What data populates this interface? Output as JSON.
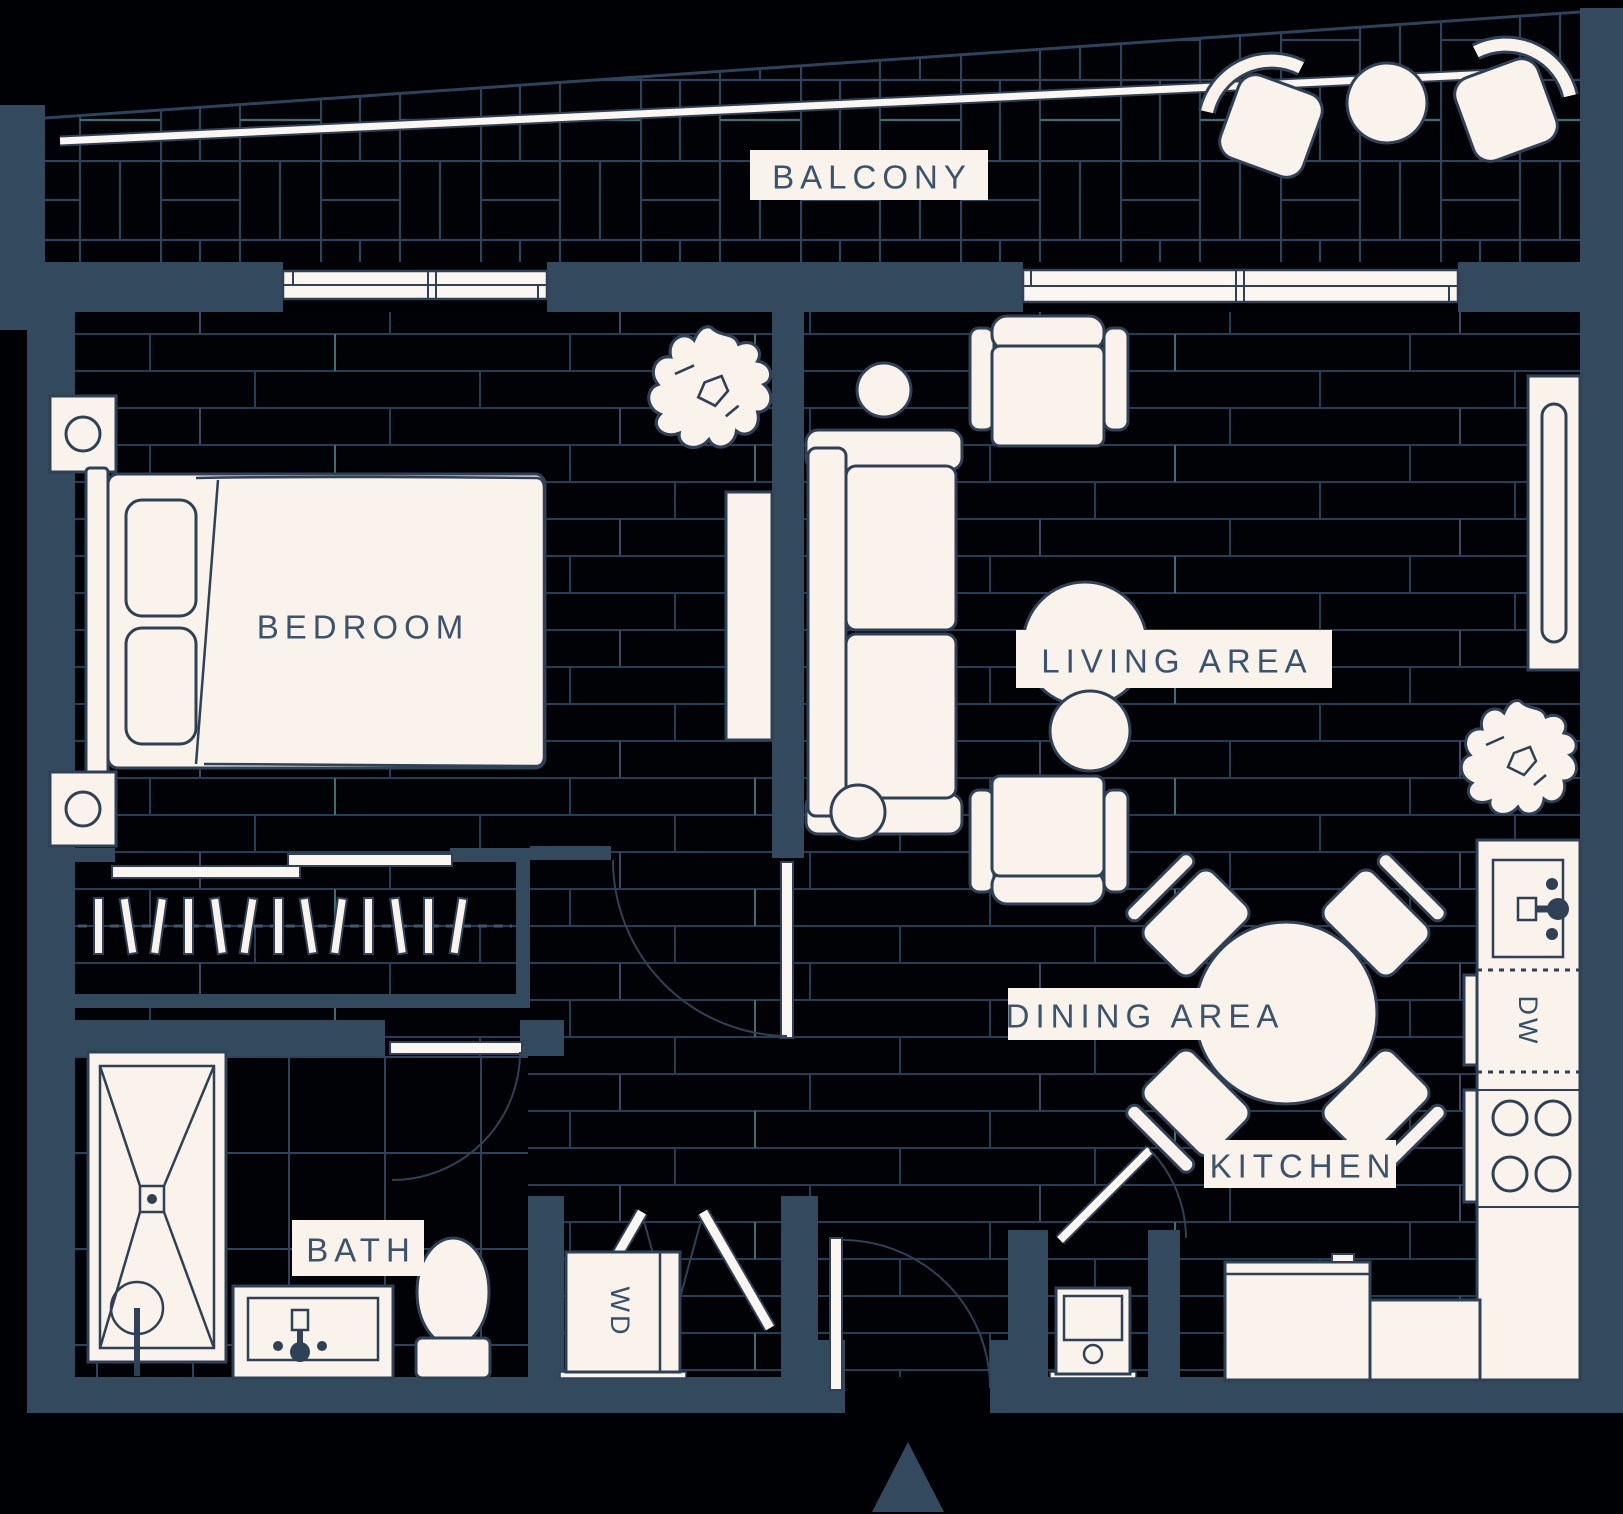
{
  "title": "One-bedroom apartment floor plan",
  "colors": {
    "background": "#000105",
    "wall": "#32495e",
    "furniture_fill": "#faf3ec",
    "furniture_outline": "#2e4156",
    "plank_line": "#233f58",
    "plank_line_teal": "#3c6f73",
    "plank_line_violet": "#3f4668",
    "label_text": "#3a546e"
  },
  "labels": {
    "balcony": "BALCONY",
    "bedroom": "BEDROOM",
    "living_area": "LIVING AREA",
    "dining_area": "DINING AREA",
    "bath": "BATH",
    "kitchen": "KITCHEN",
    "washer_dryer": "WD",
    "dishwasher": "DW"
  },
  "rooms": [
    {
      "id": "balcony",
      "furniture": [
        "lounge-chair",
        "round-side-table",
        "lounge-chair",
        "railing"
      ]
    },
    {
      "id": "bedroom",
      "furniture": [
        "nightstand",
        "double-bed",
        "nightstand",
        "plant",
        "dresser",
        "closet-hangers",
        "sliding-closet-doors"
      ]
    },
    {
      "id": "living_area",
      "furniture": [
        "armchair",
        "sofa",
        "side-table",
        "coffee-table",
        "armchair",
        "tv-console",
        "plant"
      ]
    },
    {
      "id": "dining_area",
      "furniture": [
        "round-dining-table",
        "dining-chair",
        "dining-chair",
        "dining-chair",
        "dining-chair"
      ]
    },
    {
      "id": "bath",
      "furniture": [
        "shower",
        "vanity-sink",
        "toilet"
      ]
    },
    {
      "id": "kitchen",
      "furniture": [
        "kitchen-sink",
        "dishwasher",
        "stove-4-burners",
        "counter",
        "refrigerator",
        "utility-unit"
      ]
    },
    {
      "id": "entry",
      "furniture": [
        "entry-door",
        "entry-arrow"
      ]
    }
  ]
}
